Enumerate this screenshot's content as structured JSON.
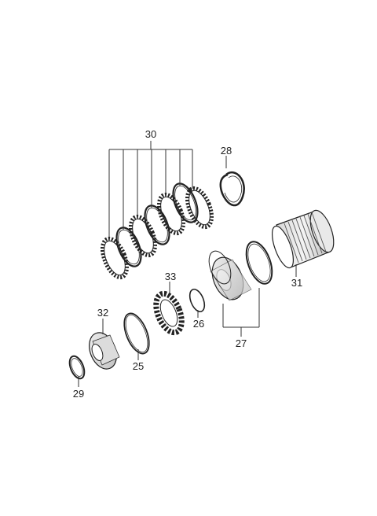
{
  "diagram": {
    "callouts": {
      "p30": "30",
      "p28": "28",
      "p33": "33",
      "p26": "26",
      "p31": "31",
      "p32": "32",
      "p25": "25",
      "p27": "27",
      "p29": "29"
    }
  }
}
